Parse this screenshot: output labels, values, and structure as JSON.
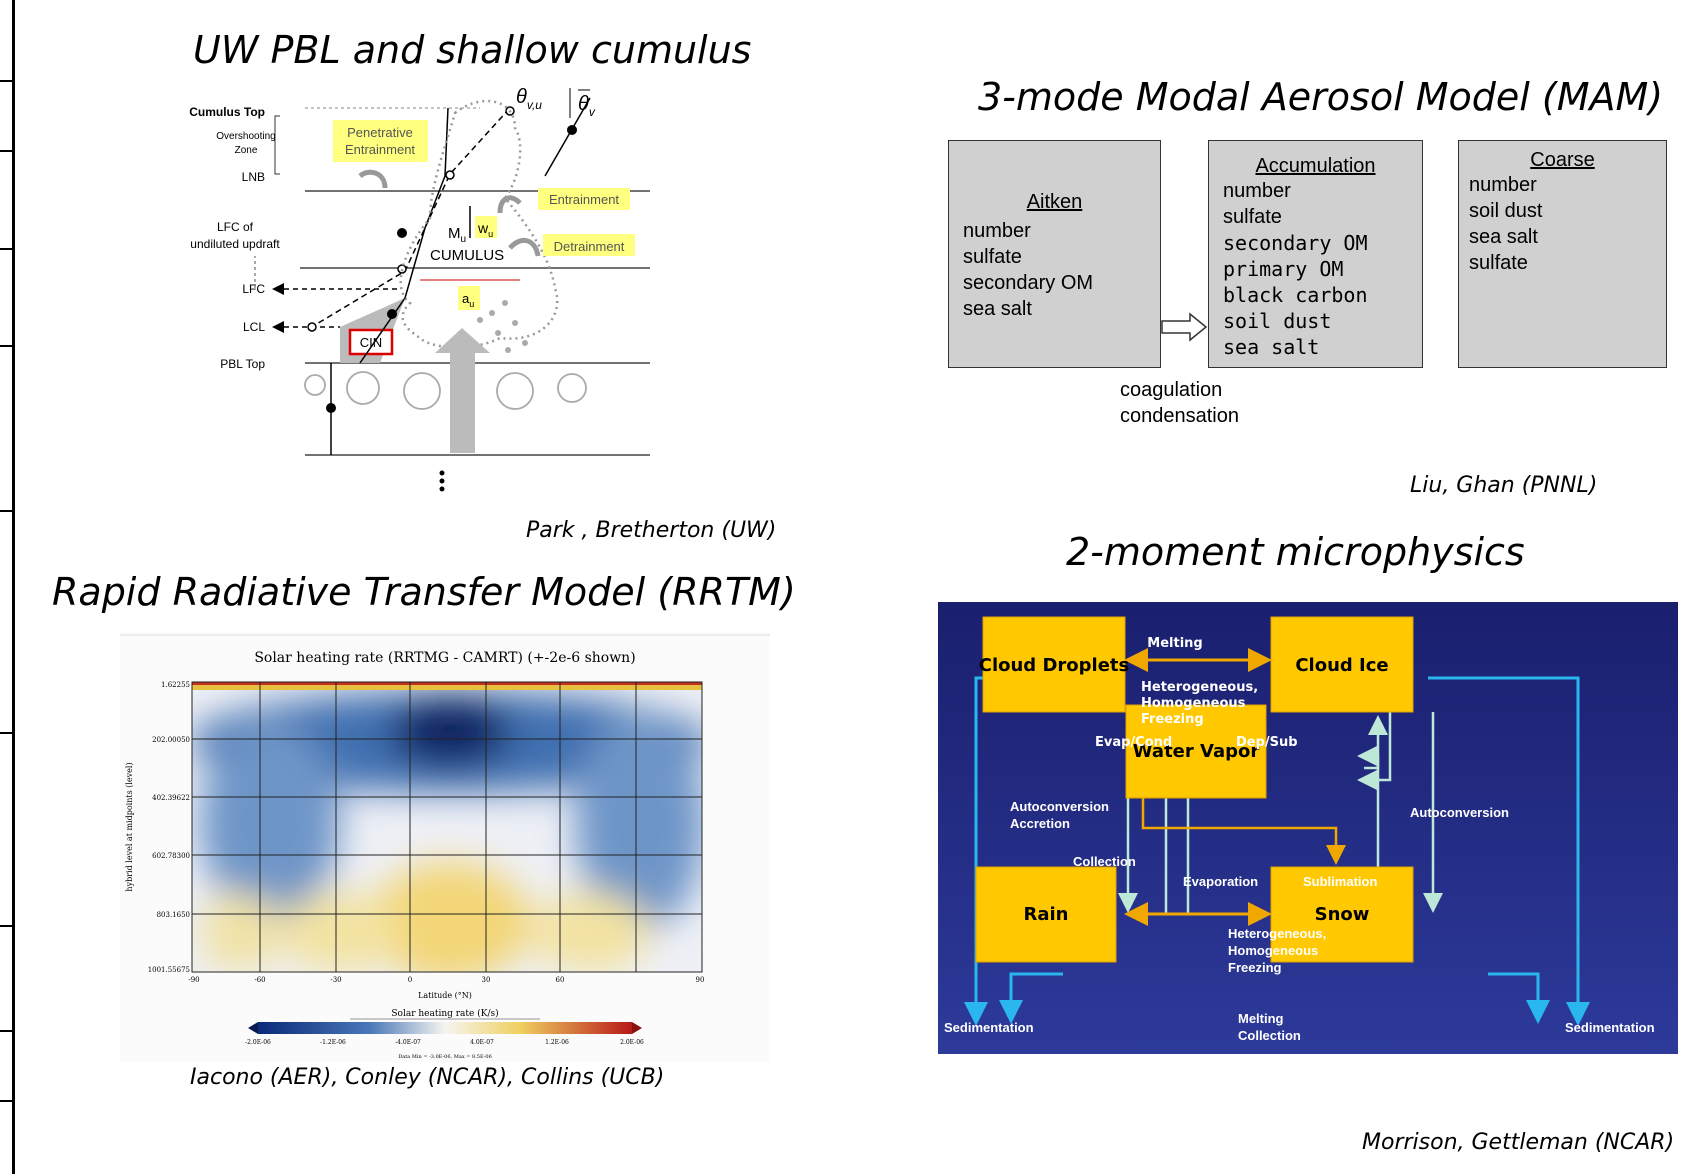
{
  "titles": {
    "pbl": "UW PBL and shallow cumulus",
    "mam": "3-mode Modal Aerosol Model (MAM)",
    "rrtm": "Rapid Radiative Transfer Model (RRTM)",
    "micro": "2-moment microphysics"
  },
  "credits": {
    "pbl": "Park , Bretherton (UW)",
    "mam": "Liu, Ghan (PNNL)",
    "rrtm": "Iacono (AER), Conley (NCAR), Collins (UCB)",
    "micro": "Morrison, Gettleman (NCAR)"
  },
  "pbl": {
    "left_labels": [
      "Cumulus Top",
      "Overshooting",
      "Zone",
      "LNB",
      "LFC of",
      "undiluted updraft",
      "LFC",
      "LCL",
      "PBL Top"
    ],
    "penetrative": [
      "Penetrative",
      "Entrainment"
    ],
    "entrainment": "Entrainment",
    "detrainment": "Detrainment",
    "cumulus": "CUMULUS",
    "mu": "M",
    "mu_sub": "u",
    "wu": "w",
    "wu_sub": "u",
    "au": "a",
    "au_sub": "u",
    "cin": "CIN",
    "theta_vu": "θ",
    "theta_vu_sub": "v,u",
    "theta_v": "θ",
    "theta_v_sub": "v"
  },
  "mam": {
    "aitken": {
      "header": "Aitken",
      "items": [
        "number",
        "sulfate",
        "secondary OM",
        "sea salt"
      ]
    },
    "accumulation": {
      "header": "Accumulation",
      "items": [
        "number",
        "sulfate"
      ],
      "hand_items": [
        "secondary OM",
        "primary OM",
        "black carbon",
        "soil dust",
        "sea salt"
      ]
    },
    "coarse": {
      "header": "Coarse",
      "items": [
        "number",
        "soil dust",
        "sea salt",
        "sulfate"
      ]
    },
    "process": [
      "coagulation",
      "condensation"
    ]
  },
  "rrtm": {
    "plot_title": "Solar heating rate (RRTMG - CAMRT) (+-2e-6 shown)",
    "ylabel": "hybrid level at midpoints (level)",
    "xlabel": "Latitude (°N)",
    "y_ticks": [
      "1.62255",
      "202.00050",
      "402.39622",
      "602.78300",
      "803.1650",
      "1001.55675"
    ],
    "x_ticks": [
      "-90",
      "-60",
      "-30",
      "0",
      "30",
      "60",
      "90"
    ],
    "colorbar_label": "Solar heating rate (K/s)",
    "colorbar_ticks": [
      "-2.0E-06",
      "-1.2E-06",
      "-4.0E-07",
      "4.0E-07",
      "1.2E-06",
      "2.0E-06"
    ],
    "minmax": "Data Min = -3.0E-06, Max = 8.5E-06"
  },
  "micro": {
    "boxes": {
      "droplets": "Cloud Droplets",
      "ice": "Cloud Ice",
      "vapor": "Water Vapor",
      "rain": "Rain",
      "snow": "Snow"
    },
    "labels": {
      "melting_top": "Melting",
      "het_top": [
        "Heterogeneous,",
        "Homogeneous",
        "Freezing"
      ],
      "evap_cond": "Evap/Cond",
      "dep_sub": "Dep/Sub",
      "autoconv_left": [
        "Autoconversion",
        "Accretion"
      ],
      "autoconv_right": "Autoconversion",
      "collection": "Collection",
      "evaporation": "Evaporation",
      "sublimation": "Sublimation",
      "het_bottom": [
        "Heterogeneous,",
        "Homogeneous",
        "Freezing"
      ],
      "melting_collection": [
        "Melting",
        "Collection"
      ],
      "sed_left": "Sedimentation",
      "sed_right": "Sedimentation"
    },
    "colors": {
      "background_top": "#1a1f6e",
      "background_bottom": "#2d3a9a",
      "box": "#ffc800",
      "cyan": "#2ab7f0",
      "orange": "#f0a800"
    }
  }
}
